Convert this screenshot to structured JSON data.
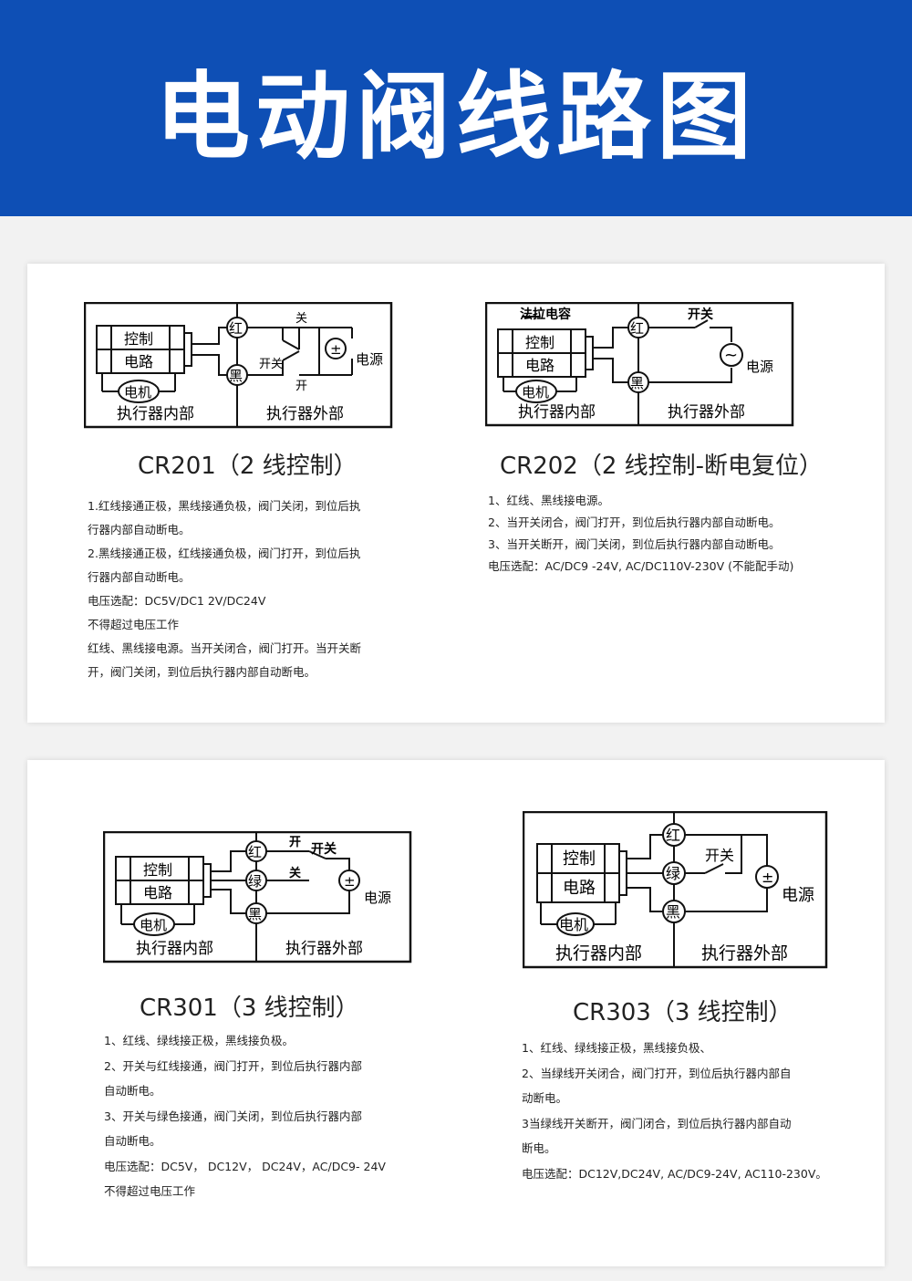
{
  "header": {
    "title": "电动阀线路图",
    "bg_color": "#0e4fb5"
  },
  "diagram_labels": {
    "control": "控制",
    "circuit": "电路",
    "motor": "电机",
    "inside": "执行器内部",
    "outside": "执行器外部",
    "red": "红",
    "black": "黑",
    "green": "绿",
    "power": "电源",
    "switch": "开关",
    "close": "关",
    "open": "开",
    "super_cap": "法拉电容",
    "dc_symbol": "±",
    "ac_symbol": "~"
  },
  "models": [
    {
      "title": "CR201（2 线控制）",
      "lines": [
        "1.红线接通正极，黑线接通负极，阀门关闭，到位后执",
        "行器内部自动断电。",
        "2.黑线接通正极，红线接通负极，阀门打开，到位后执",
        "行器内部自动断电。",
        "电压选配：DC5V/DC1 2V/DC24V",
        "不得超过电压工作",
        "红线、黑线接电源。当开关闭合，阀门打开。当开关断",
        "开，阀门关闭，到位后执行器内部自动断电。"
      ]
    },
    {
      "title": "CR202（2 线控制-断电复位）",
      "lines": [
        "1、红线、黑线接电源。",
        "2、当开关闭合，阀门打开，到位后执行器内部自动断电。",
        "3、当开关断开，阀门关闭，到位后执行器内部自动断电。",
        "电压选配：AC/DC9 -24V, AC/DC110V-230V (不能配手动)"
      ]
    },
    {
      "title": "CR301（3 线控制）",
      "lines": [
        "1、红线、绿线接正极，黑线接负极。",
        "2、开关与红线接通，阀门打开，到位后执行器内部",
        "自动断电。",
        "3、开关与绿色接通，阀门关闭，到位后执行器内部",
        "自动断电。",
        "电压选配：DC5V， DC12V， DC24V，AC/DC9- 24V",
        "不得超过电压工作"
      ]
    },
    {
      "title": "CR303（3 线控制）",
      "lines": [
        "1、红线、绿线接正极，黑线接负极、",
        "2、当绿线开关闭合，阀门打开，到位后执行器内部自",
        "动断电。",
        "3当绿线开关断开，阀门闭合，到位后执行器内部自动",
        "断电。",
        "电压选配：DC12V,DC24V, AC/DC9-24V, AC110-230V。"
      ]
    }
  ]
}
